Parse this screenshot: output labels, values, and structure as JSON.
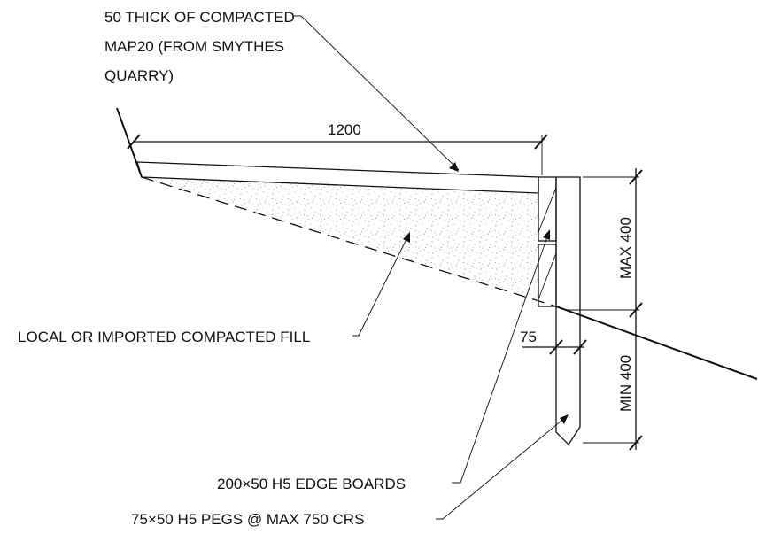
{
  "labels": {
    "basecourse_line1": "50 THICK OF COMPACTED",
    "basecourse_line2": "MAP20 (FROM SMYTHES",
    "basecourse_line3": "QUARRY)",
    "fill": "LOCAL OR IMPORTED COMPACTED FILL",
    "edge_boards": "200×50 H5 EDGE BOARDS",
    "pegs": "75×50 H5 PEGS @ MAX 750 CRS"
  },
  "dimensions": {
    "width": "1200",
    "max_height": "MAX 400",
    "min_depth": "MIN 400",
    "peg_width": "75"
  }
}
